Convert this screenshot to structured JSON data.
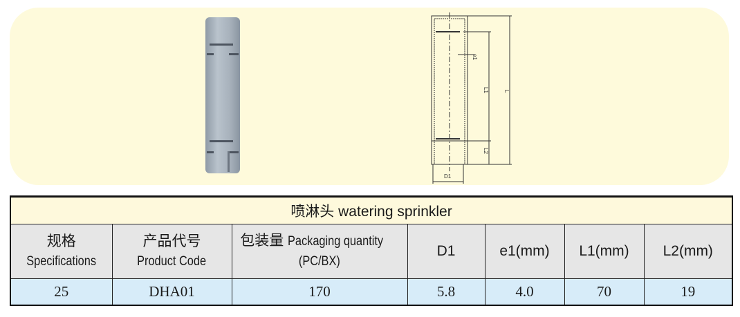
{
  "banner": {
    "background": "#fefadb",
    "product_photo": "grey-pvc-cylindrical-sprinkler-fitting-icon",
    "technical_drawing": {
      "labels": [
        "e1",
        "L1",
        "L",
        "L2",
        "D1"
      ]
    }
  },
  "table": {
    "title": "喷淋头 watering sprinkler",
    "headers": [
      {
        "cn": "规格",
        "en": "Specifications"
      },
      {
        "cn": "产品代号",
        "en": "Product Code"
      },
      {
        "cn": "包装量",
        "en": "Packaging quantity",
        "en2": "(PC/BX)"
      },
      {
        "en": "D1"
      },
      {
        "en": "e1(mm)"
      },
      {
        "en": "L1(mm)"
      },
      {
        "en": "L2(mm)"
      }
    ],
    "rows": [
      [
        "25",
        "DHA01",
        "170",
        "5.8",
        "4.0",
        "70",
        "19"
      ]
    ],
    "colors": {
      "title_bg": "#fef9dc",
      "header_bg": "#e6e6e6",
      "row_bg": "#d7ecf9"
    }
  }
}
